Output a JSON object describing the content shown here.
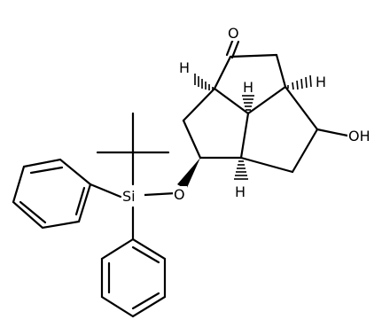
{
  "molecule": {
    "atoms": {
      "ketone_oxygen": "O",
      "hydroxyl": "OH",
      "silyl_oxygen": "O",
      "silicon": "Si",
      "h_top_left": "H",
      "h_top_center": "H",
      "h_top_right": "H",
      "h_bottom": "H"
    }
  }
}
